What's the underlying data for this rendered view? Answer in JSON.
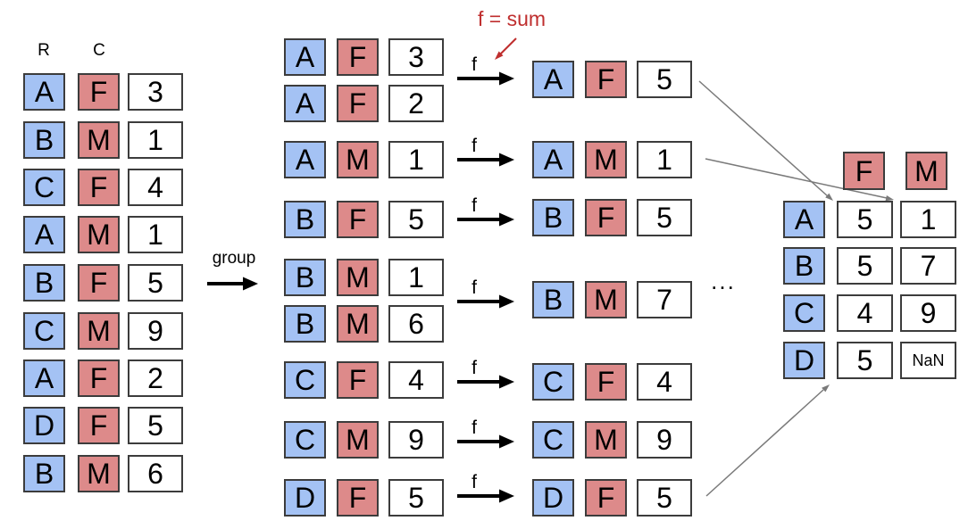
{
  "colors": {
    "key_blue": "#a4c2f4",
    "key_red": "#dd8a8a",
    "annotation_red": "#bf2e2e",
    "arrow_gray": "#7a7a7a",
    "cell_border": "#3c3c3c"
  },
  "annotations": {
    "group_label": "group",
    "f_sum_label": "f = sum",
    "f_label": "f",
    "ellipsis": "..."
  },
  "left_table": {
    "col_r_header": "R",
    "col_c_header": "C",
    "rows": [
      {
        "r": "A",
        "c": "F",
        "v": "3"
      },
      {
        "r": "B",
        "c": "M",
        "v": "1"
      },
      {
        "r": "C",
        "c": "F",
        "v": "4"
      },
      {
        "r": "A",
        "c": "M",
        "v": "1"
      },
      {
        "r": "B",
        "c": "F",
        "v": "5"
      },
      {
        "r": "C",
        "c": "M",
        "v": "9"
      },
      {
        "r": "A",
        "c": "F",
        "v": "2"
      },
      {
        "r": "D",
        "c": "F",
        "v": "5"
      },
      {
        "r": "B",
        "c": "M",
        "v": "6"
      }
    ]
  },
  "grouped_rows": [
    {
      "r": "A",
      "c": "F",
      "v": "3"
    },
    {
      "r": "A",
      "c": "F",
      "v": "2"
    },
    {
      "r": "A",
      "c": "M",
      "v": "1"
    },
    {
      "r": "B",
      "c": "F",
      "v": "5"
    },
    {
      "r": "B",
      "c": "M",
      "v": "1"
    },
    {
      "r": "B",
      "c": "M",
      "v": "6"
    },
    {
      "r": "C",
      "c": "F",
      "v": "4"
    },
    {
      "r": "C",
      "c": "M",
      "v": "9"
    },
    {
      "r": "D",
      "c": "F",
      "v": "5"
    }
  ],
  "aggregated_rows": [
    {
      "r": "A",
      "c": "F",
      "v": "5"
    },
    {
      "r": "A",
      "c": "M",
      "v": "1"
    },
    {
      "r": "B",
      "c": "F",
      "v": "5"
    },
    {
      "r": "B",
      "c": "M",
      "v": "7"
    },
    {
      "r": "C",
      "c": "F",
      "v": "4"
    },
    {
      "r": "C",
      "c": "M",
      "v": "9"
    },
    {
      "r": "D",
      "c": "F",
      "v": "5"
    }
  ],
  "pivot_table": {
    "col_headers": [
      "F",
      "M"
    ],
    "rows": [
      {
        "r": "A",
        "f": "5",
        "m": "1"
      },
      {
        "r": "B",
        "f": "5",
        "m": "7"
      },
      {
        "r": "C",
        "f": "4",
        "m": "9"
      },
      {
        "r": "D",
        "f": "5",
        "m": "NaN"
      }
    ]
  }
}
